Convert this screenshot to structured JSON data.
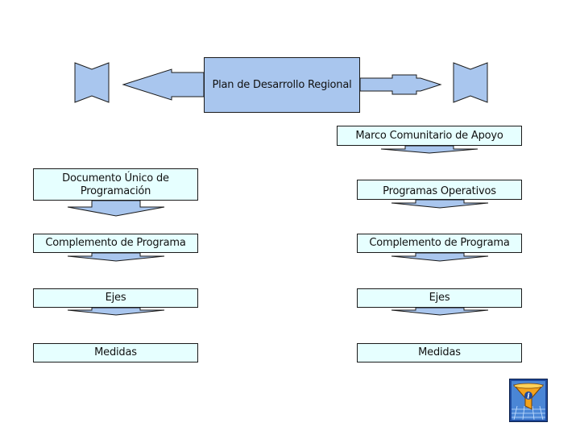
{
  "diagram": {
    "plan": "Plan de Desarrollo Regional",
    "marco": "Marco Comunitario de Apoyo",
    "left_column": {
      "documento_line1": "Documento Único de",
      "documento_line2": "Programación",
      "complemento": "Complemento de Programa",
      "ejes": "Ejes",
      "medidas": "Medidas"
    },
    "right_column": {
      "programas": "Programas Operativos",
      "complemento": "Complemento de Programa",
      "ejes": "Ejes",
      "medidas": "Medidas"
    }
  },
  "colors": {
    "plan_fill": "#a9c6ee",
    "box_fill": "#e6ffff",
    "arrow_fill": "#a9c6ee",
    "outline": "#1a1a1a"
  },
  "icons": {
    "logo": "funnel-info-icon"
  }
}
